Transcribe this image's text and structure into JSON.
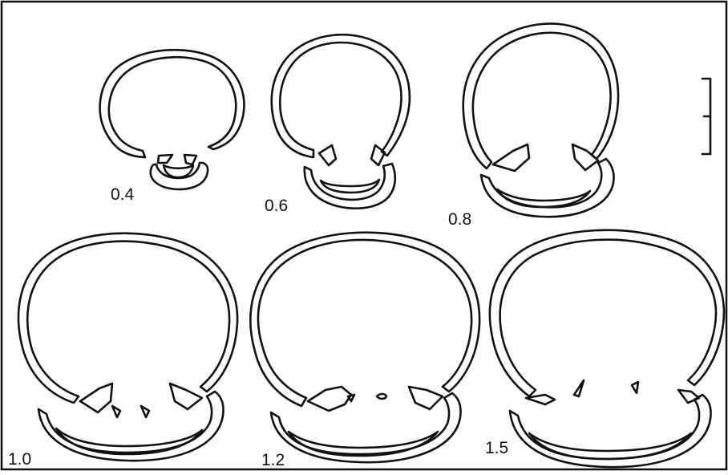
{
  "figure": {
    "stages": [
      {
        "id": "stage-0-4",
        "label": "0.4"
      },
      {
        "id": "stage-0-6",
        "label": "0.6"
      },
      {
        "id": "stage-0-8",
        "label": "0.8"
      },
      {
        "id": "stage-1-0",
        "label": "1.0"
      },
      {
        "id": "stage-1-2",
        "label": "1.2"
      },
      {
        "id": "stage-1-5",
        "label": "1.5"
      }
    ],
    "scale_bar": true,
    "colors": {
      "line": "#111111",
      "background": "#ffffff"
    }
  }
}
